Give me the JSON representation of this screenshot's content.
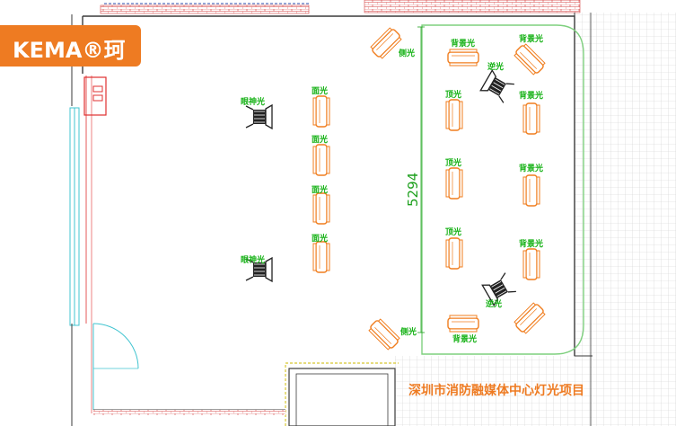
{
  "logo": {
    "brand": "KEMA®珂玛"
  },
  "caption": "深圳市消防融媒体中心灯光项目",
  "dimension": "5294",
  "labels": {
    "side_light": "侧光",
    "back_light": "背景光",
    "reverse_light": "逆光",
    "top_light": "顶光",
    "face_light": "面光",
    "eye_light": "眼神光"
  },
  "colors": {
    "brand": "#ee7b22",
    "fixture": "#f07d1e",
    "label": "#17b217",
    "wall": "#3a3a3a",
    "stage": "#7fd07f",
    "red": "#e03030",
    "cyan": "#41c4d0",
    "yellow": "#d8c832"
  }
}
